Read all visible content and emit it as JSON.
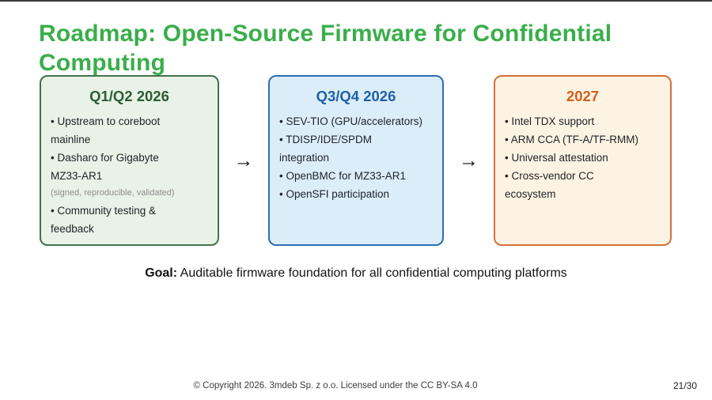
{
  "title": {
    "text": "Roadmap: Open-Source Firmware for Confidential Computing",
    "color": "#3aae4a"
  },
  "boxes": [
    {
      "id": "q1q2-2026",
      "title": "Q1/Q2 2026",
      "colors": {
        "background": "#e9f2e6",
        "border": "#41724c",
        "title_text": "#2a5c36"
      },
      "items": [
        {
          "style": "bullet",
          "text": "Upstream to coreboot mainline"
        },
        {
          "style": "bullet",
          "text": "Dasharo for Gigabyte MZ33-AR1"
        },
        {
          "style": "note",
          "text": "(signed, reproducible, validated)"
        },
        {
          "style": "bullet",
          "text": "Community testing & feedback"
        }
      ]
    },
    {
      "id": "q3q4-2026",
      "title": "Q3/Q4 2026",
      "colors": {
        "background": "#dcedfa",
        "border": "#2c6fb2",
        "title_text": "#1d61a8"
      },
      "items": [
        {
          "style": "bullet",
          "text": "SEV-TIO (GPU/accelerators)"
        },
        {
          "style": "bullet",
          "text": "TDISP/IDE/SPDM integration"
        },
        {
          "style": "bullet",
          "text": "OpenBMC for MZ33-AR1"
        },
        {
          "style": "bullet",
          "text": "OpenSFI participation"
        }
      ]
    },
    {
      "id": "2027",
      "title": "2027",
      "colors": {
        "background": "#fdf3e2",
        "border": "#d4703a",
        "title_text": "#d2601f"
      },
      "items": [
        {
          "style": "bullet",
          "text": "Intel TDX support"
        },
        {
          "style": "bullet",
          "text": "ARM CCA (TF-A/TF-RMM)"
        },
        {
          "style": "bullet",
          "text": "Universal attestation"
        },
        {
          "style": "bullet",
          "text": "Cross-vendor CC ecosystem"
        }
      ]
    }
  ],
  "arrow": {
    "glyph": "→"
  },
  "goal": {
    "label": "Goal:",
    "text": " Auditable firmware foundation for all confidential computing platforms"
  },
  "footer": {
    "copyright": "© Copyright 2026. 3mdeb Sp. z o.o. Licensed under the CC BY-SA 4.0",
    "page": "21/30"
  }
}
